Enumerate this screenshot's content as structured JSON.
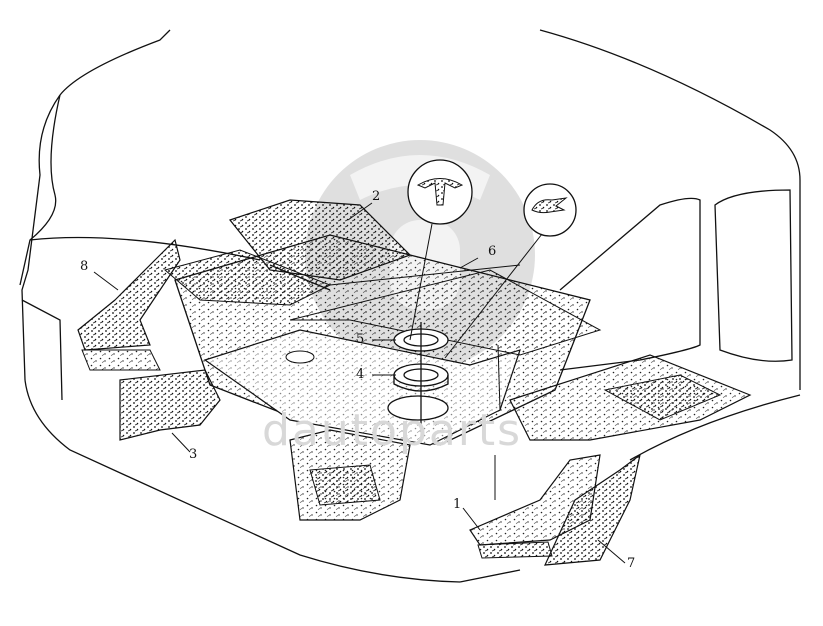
{
  "figure": {
    "callouts": [
      {
        "id": "callout-1",
        "label": "1"
      },
      {
        "id": "callout-2",
        "label": "2"
      },
      {
        "id": "callout-3",
        "label": "3"
      },
      {
        "id": "callout-4",
        "label": "4"
      },
      {
        "id": "callout-5",
        "label": "5"
      },
      {
        "id": "callout-6",
        "label": "6"
      },
      {
        "id": "callout-7",
        "label": "7"
      },
      {
        "id": "callout-8",
        "label": "8"
      }
    ],
    "watermark": {
      "text": "dautoparts"
    }
  },
  "colors": {
    "line": "#111111",
    "stipple": "#333333",
    "watermark": "#d9d9d9",
    "background": "#ffffff"
  }
}
